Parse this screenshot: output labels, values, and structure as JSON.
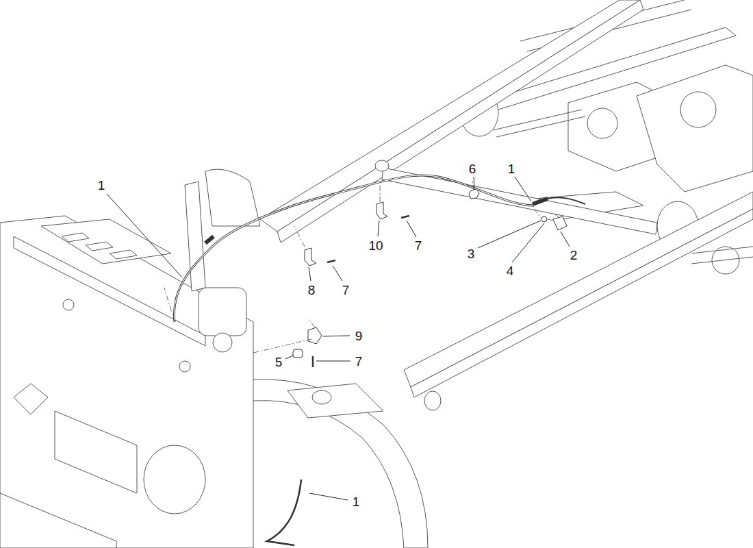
{
  "diagram": {
    "labels": [
      "1",
      "6",
      "1",
      "10",
      "7",
      "3",
      "2",
      "4",
      "8",
      "7",
      "9",
      "5",
      "7",
      "1"
    ]
  }
}
